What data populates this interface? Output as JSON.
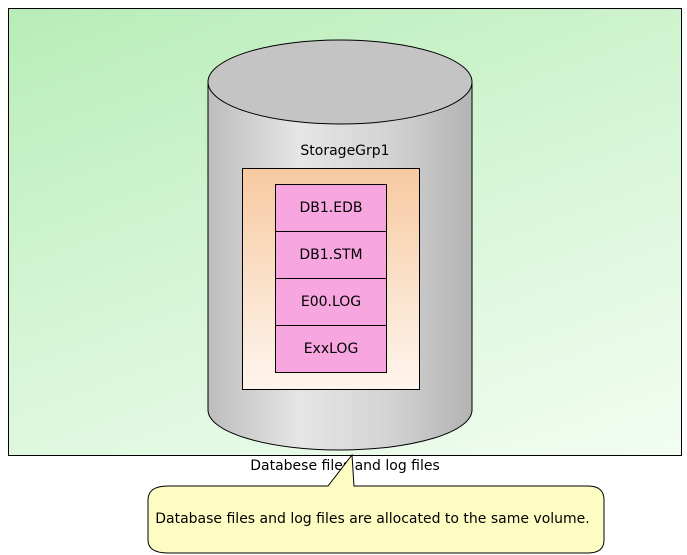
{
  "diagram": {
    "group_label": "StorageGrp1",
    "files": [
      "DB1.EDB",
      "DB1.STM",
      "E00.LOG",
      "ExxLOG"
    ],
    "caption": "Databese files and log files",
    "callout": "Database files and log files are allocated to the same volume."
  },
  "colors": {
    "background_green": "#c9f2c9",
    "cylinder_gray": "#c8c8c8",
    "group_orange": "#f7c9a0",
    "file_pink": "#f7a6e0",
    "callout_yellow": "#fdfdc3"
  }
}
